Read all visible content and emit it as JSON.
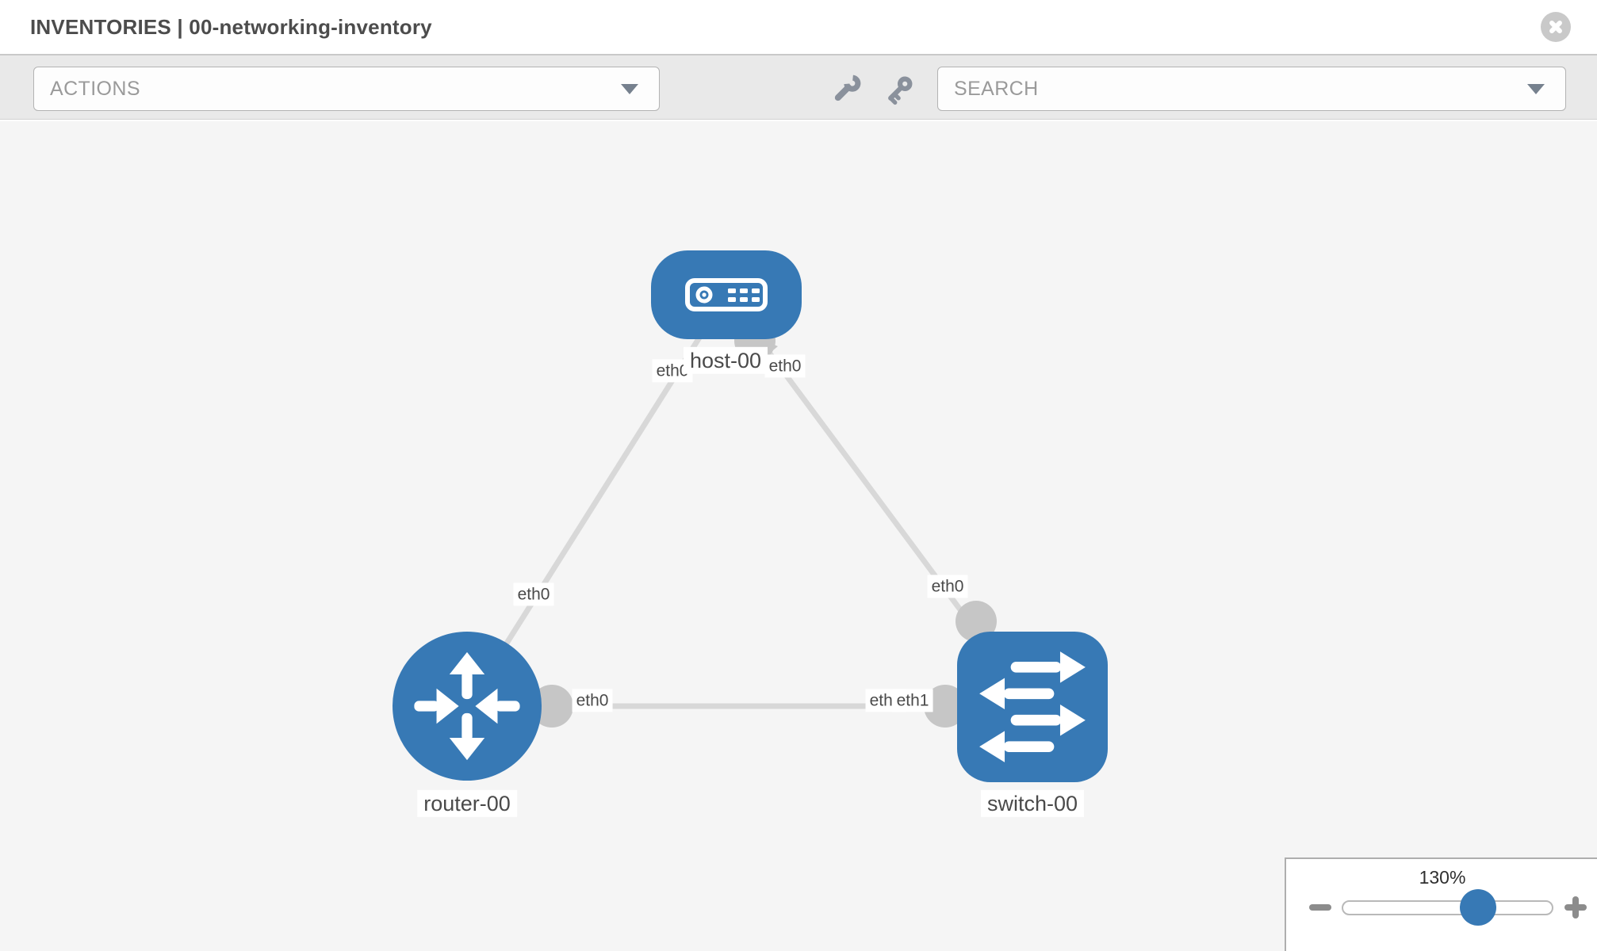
{
  "header": {
    "title": "INVENTORIES | 00-networking-inventory"
  },
  "toolbar": {
    "actions_placeholder": "ACTIONS",
    "search_placeholder": "SEARCH",
    "icons": [
      "wrench-icon",
      "key-icon"
    ]
  },
  "topology": {
    "nodes": [
      {
        "id": "host-00",
        "label": "host-00",
        "type": "host"
      },
      {
        "id": "router-00",
        "label": "router-00",
        "type": "router"
      },
      {
        "id": "switch-00",
        "label": "switch-00",
        "type": "switch"
      }
    ],
    "links": [
      {
        "from": "host-00",
        "to": "router-00"
      },
      {
        "from": "host-00",
        "to": "switch-00"
      },
      {
        "from": "router-00",
        "to": "switch-00"
      }
    ],
    "iface_labels": [
      {
        "text": "eth0",
        "near": "host-00 left"
      },
      {
        "text": "eth0",
        "near": "host-00 right"
      },
      {
        "text": "eth0",
        "near": "router-00 uplink"
      },
      {
        "text": "eth0",
        "near": "switch-00 uplink"
      },
      {
        "text": "eth0",
        "near": "router-00 right"
      },
      {
        "text": "eth0",
        "near": "switch-00 left (under)"
      },
      {
        "text": "eth1",
        "near": "switch-00 left (over)"
      }
    ]
  },
  "zoom_panel": {
    "value": "130%"
  },
  "colors": {
    "node_blue": "#3779b5",
    "link_gray": "#d8d8d8",
    "connector_gray": "#c6c6c6",
    "icon_gray": "#8a919c",
    "canvas_bg": "#f5f5f5",
    "toolbar_bg": "#e9e9e9"
  }
}
